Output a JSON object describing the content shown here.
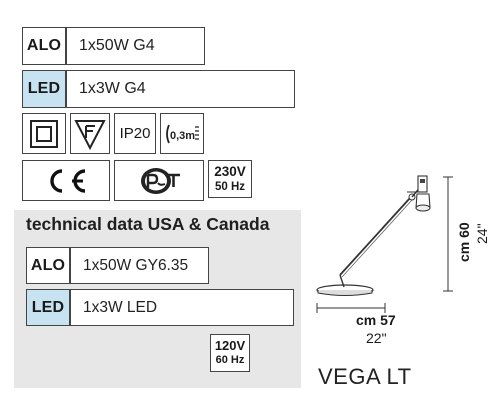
{
  "specs": {
    "alo_tag": "ALO",
    "alo_value": "1x50W G4",
    "led_tag": "LED",
    "led_value": "1x3W G4"
  },
  "certifications": {
    "ip_rating": "IP20",
    "distance": "0,3m",
    "voltage_main": "230V",
    "frequency_main": "50 Hz"
  },
  "usa_canada": {
    "title": "technical data USA & Canada",
    "alo_tag": "ALO",
    "alo_value": "1x50W GY6.35",
    "led_tag": "LED",
    "led_value": "1x3W LED",
    "voltage": "120V",
    "frequency": "60 Hz"
  },
  "dimensions": {
    "height_cm": "cm 60",
    "height_in": "24\"",
    "width_cm": "cm 57",
    "width_in": "22\""
  },
  "product": {
    "name": "VEGA LT"
  },
  "icons": [
    "double-insulation-icon",
    "f-mark-icon",
    "ip20-icon",
    "min-distance-icon",
    "ce-mark-icon",
    "pct-mark-icon",
    "lamp-drawing"
  ],
  "colors": {
    "led_highlight": "#c7e3f1",
    "usa_panel_bg": "#e7e7e8",
    "border": "#444444"
  }
}
